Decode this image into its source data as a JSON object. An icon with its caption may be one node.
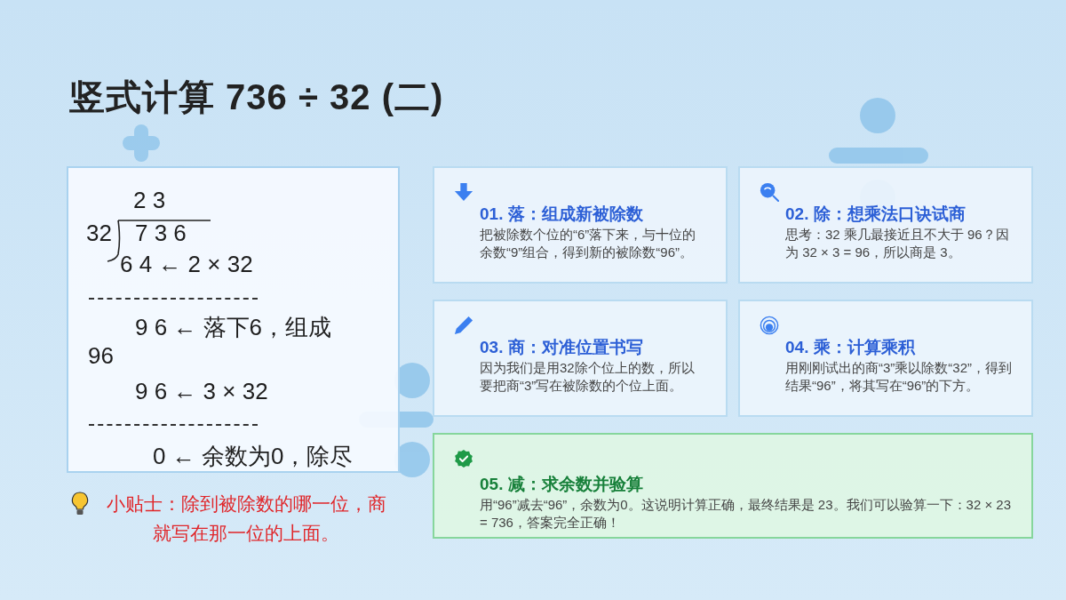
{
  "diagram": {
    "title": "竖式计算 736 ÷ 32 (二)",
    "nodes": [
      {
        "text": [
          "2 3",
          "32",
          "7 3 6",
          "6 4 ← 2 × 32",
          "9 6 ← 落下6，组成96",
          "9 6 ← 3 × 32",
          "0 ← 余数为0，除尽"
        ]
      },
      {
        "text": [
          "01. 落：组成新被除数",
          "把被除数个位的“6”落下来，与十位的余数“9”组合，得到新的被除数“96”。"
        ]
      },
      {
        "text": [
          "02. 除：想乘法口诀试商",
          "思考：32 乘几最接近且不大于 96？因为 32 × 3 = 96，所以商是 3。"
        ]
      },
      {
        "text": [
          "03. 商：对准位置书写",
          "因为我们是用32除个位上的数，所以要把商“3”写在被除数的个位上面。"
        ]
      },
      {
        "text": [
          "04. 乘：计算乘积",
          "用刚刚试出的商“3”乘以除数“32”，得到结果“96”，将其写在“96”的下方。"
        ]
      },
      {
        "text": [
          "05. 减：求余数并验算",
          "用“96”减去“96”，余数为0。这说明计算正确，最终结果是 23。我们可以验算一下：32 × 23 = 736，答案完全正确！"
        ]
      }
    ],
    "labels": [
      "小贴士：除到被除数的哪一位，商就写在那一位的上面。"
    ]
  }
}
